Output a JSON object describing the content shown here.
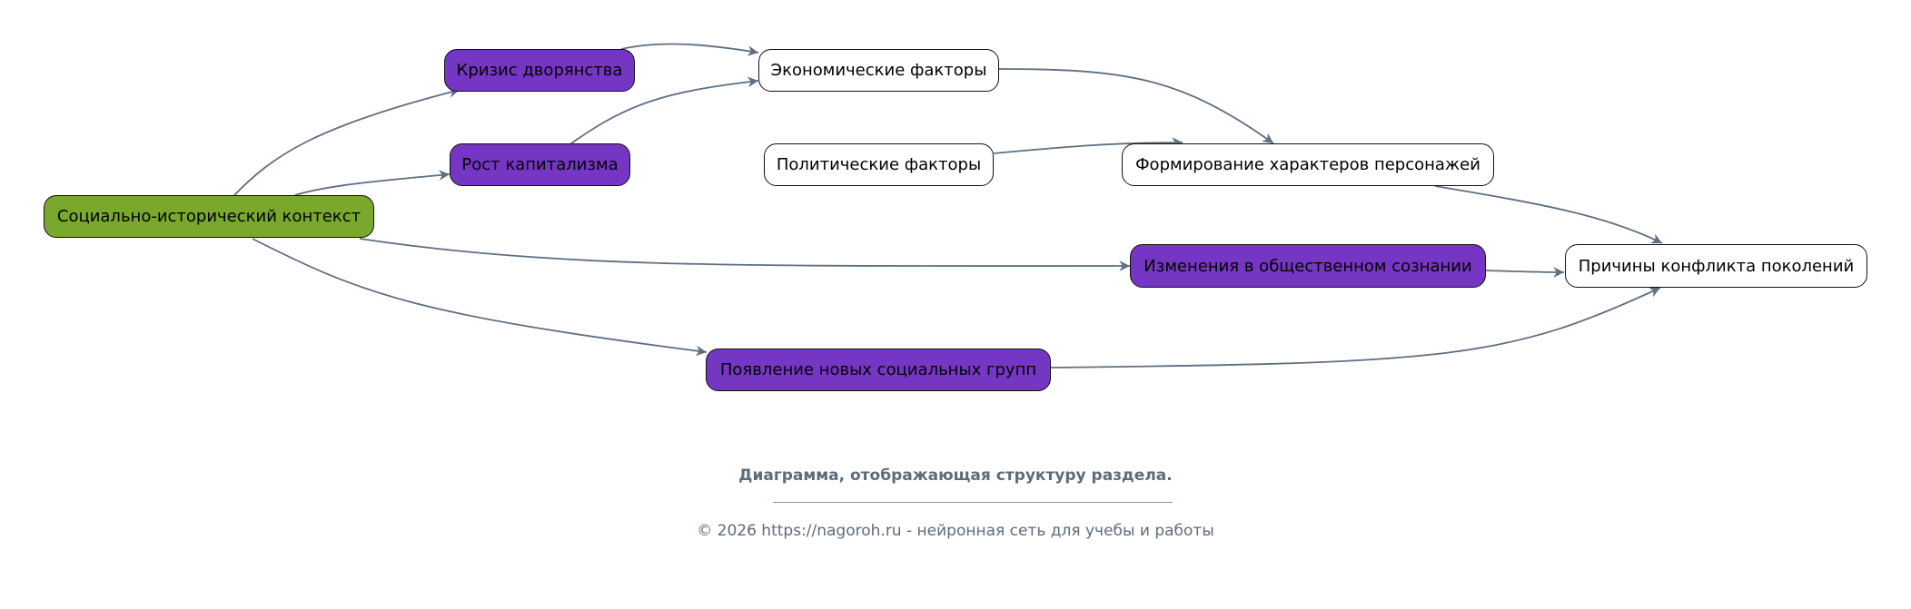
{
  "nodes": {
    "context": {
      "label": "Социально-исторический контекст",
      "color": "#79a82c"
    },
    "crisis": {
      "label": "Кризис дворянства",
      "color": "#7636c4"
    },
    "capitalism": {
      "label": "Рост капитализма",
      "color": "#7636c4"
    },
    "economic": {
      "label": "Экономические факторы",
      "color": "#ffffff"
    },
    "political": {
      "label": "Политические факторы",
      "color": "#ffffff"
    },
    "characters": {
      "label": "Формирование характеров персонажей",
      "color": "#ffffff"
    },
    "consciousness": {
      "label": "Изменения в общественном сознании",
      "color": "#7636c4"
    },
    "causes": {
      "label": "Причины конфликта поколений",
      "color": "#ffffff"
    },
    "groups": {
      "label": "Появление новых социальных групп",
      "color": "#7636c4"
    }
  },
  "edges": [
    {
      "from": "context",
      "to": "crisis"
    },
    {
      "from": "context",
      "to": "capitalism"
    },
    {
      "from": "context",
      "to": "consciousness"
    },
    {
      "from": "context",
      "to": "groups"
    },
    {
      "from": "crisis",
      "to": "economic"
    },
    {
      "from": "capitalism",
      "to": "economic"
    },
    {
      "from": "economic",
      "to": "characters"
    },
    {
      "from": "political",
      "to": "characters"
    },
    {
      "from": "characters",
      "to": "causes"
    },
    {
      "from": "consciousness",
      "to": "causes"
    },
    {
      "from": "groups",
      "to": "causes"
    }
  ],
  "edge_color": "#5f6f80",
  "footer": {
    "title": "Диаграмма, отображающая структуру раздела.",
    "copyright": "© 2026 https://nagoroh.ru - нейронная сеть для учебы и работы"
  }
}
